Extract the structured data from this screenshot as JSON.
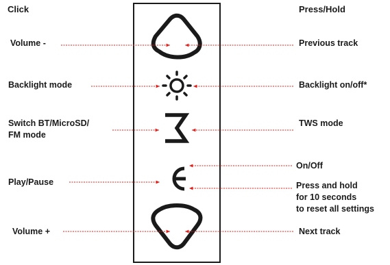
{
  "headers": {
    "left": "Click",
    "right": "Press/Hold"
  },
  "left_labels": {
    "volume_minus": "Volume -",
    "backlight_mode": "Backlight mode",
    "switch_mode_line1": "Switch BT/MicroSD/",
    "switch_mode_line2": "FM mode",
    "play_pause": "Play/Pause",
    "volume_plus": "Volume +"
  },
  "right_labels": {
    "previous_track": "Previous track",
    "backlight_toggle": "Backlight on/off*",
    "tws_mode": "TWS mode",
    "on_off": "On/Off",
    "reset_line1": "Press and hold",
    "reset_line2": "for 10 seconds",
    "reset_line3": "to reset all settings",
    "next_track": "Next track"
  },
  "colors": {
    "arrow": "#e0211b",
    "ink": "#1a1a1a"
  },
  "buttons": [
    "volume-down-triangle-icon",
    "sun-icon",
    "mode-m-icon",
    "power-icon",
    "volume-up-triangle-icon"
  ]
}
